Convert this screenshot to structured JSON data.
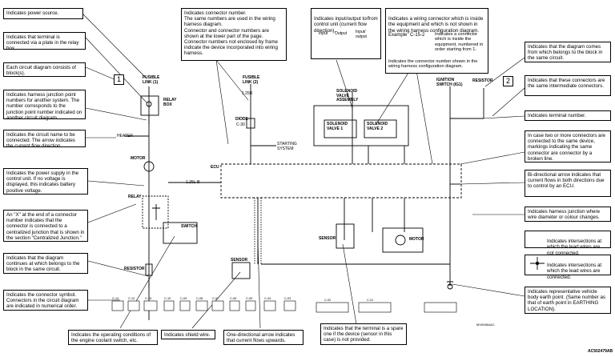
{
  "annotations": {
    "power_source": "Indicates power source.",
    "relay_box_terminal": "Indicates that terminal is connected via a plate in the relay box.",
    "blocks": "Each circuit diagram consists of block(s).",
    "junction_point": "Indicates harness junction point numbers for another system. The number corresponds to the junction point number indicated on another circuit diagram.",
    "circuit_name": "Indicates the circuit name to be connected. The arrow indicates the current flow direction.",
    "power_supply": "Indicates the power supply in the control unit. If no voltage is displayed, this indicates battery positive voltage.",
    "centralized_junction": "An \"X\" at the end of a connector number indicates that the connector is connected to a centralized junction that is shown in the section \"Centralized Junction.\"",
    "diagram_continues_left": "Indicates that the diagram continues at  which belongs to the  block in the same circuit.",
    "connector_symbol": "Indicates the connector symbol. Connectors in the circuit diagram are indicated in numerical order.",
    "operating_conditions": "Indicates the operating conditions of the engine coolant switch, etc.",
    "shield_wire": "Indicates shield wire.",
    "one_directional": "One-directional arrow indicates that current flows upwards.",
    "connector_number": "Indicates connector number.\nThe same numbers are used in the wiring harness diagram.\nConnector and connector numbers are shown at the lower part of the page.\nConnector numbers not enclosed by frame indicate the device incorporated into wiring harness.",
    "input_output": "Indicates input/output to/from control unit (current flow direction).",
    "wiring_connector_inside": "Indicates a wiring connector which is inside the equipment and which is not shown in the wiring harness configuration diagram.",
    "example_label": "Example",
    "example_code": "C-15-2",
    "example_desc": "Indicates a connector which is inside the equipment, numbered in order starting from 1.",
    "connector_number_shown": "Indicates the connector number shown in the wiring harness configuration diagram.",
    "diagram_comes_from": "Indicates that the diagram comes from  which belongs to the  block in the same circuit.",
    "intermediate_connectors": "Indicates that these connectors are the same intermediate connectors.",
    "terminal_number": "Indicates terminal number.",
    "same_device": "In case two or more connectors are connected to the same device, markings indicating the same connector are connector by a broken line.",
    "bidirectional": "Bi-directional arrow indicates that current flows in both directions due to control by an ECU.",
    "junction_change": "Indicates harness junction where wire diameter or colour changes.",
    "not_connected": "Indicates intersections at which the lead wires are not connected.",
    "connected": "Indicates intersections at which the lead wires are connected.",
    "earth_point": "Indicates representative vehicle body earth point. (Same number as that of earth point in EARTHING LOCATION).",
    "spare_terminal": "Indicates that the terminal is a spare one if the device (sensor in this case) is not provided."
  },
  "io_legend": {
    "input": "Input",
    "output": "Output",
    "input_output": "Input/ output"
  },
  "block_markers": {
    "left": "1",
    "right": "2"
  },
  "diagram_labels": {
    "fusible_link_1": "FUSIBLE\nLINK (1)",
    "fusible_link_2": "FUSIBLE\nLINK (2)",
    "relay_box": "RELAY\nBOX",
    "heater": "HEATER",
    "motor_left": "MOTOR",
    "relay": "RELAY",
    "switch": "SWITCH",
    "resistor_left": "RESISTOR",
    "ecu": "ECU",
    "diode": "DIODE",
    "diode_conn": "C-30",
    "starting_system": "STARTING\nSYSTEM",
    "solenoid_valve_assembly": "SOLENOID\nVALVE\nASSEMBLY",
    "solenoid_valve_1": "SOLENOID\nVALVE 1",
    "solenoid_valve_2": "SOLENOID\nVALVE 2",
    "ignition_switch": "IGNITION\nSWITCH (IG1)",
    "resistor_right": "RESISTOR",
    "sensor_left": "SENSOR",
    "sensor_mid": "SENSOR",
    "motor_right": "MOTOR",
    "wire_125_top": "1.25R",
    "wire_125_ecu": "1.25L-B",
    "code_small": "MV00664AC",
    "code_corner": "AC502479AB"
  },
  "connector_codes": [
    "C-14",
    "C-12",
    "C-15",
    "C-10",
    "C-09",
    "C-08",
    "C-07",
    "C-06",
    "C-05",
    "C-04",
    "C-03",
    "C-02",
    "C-01"
  ]
}
